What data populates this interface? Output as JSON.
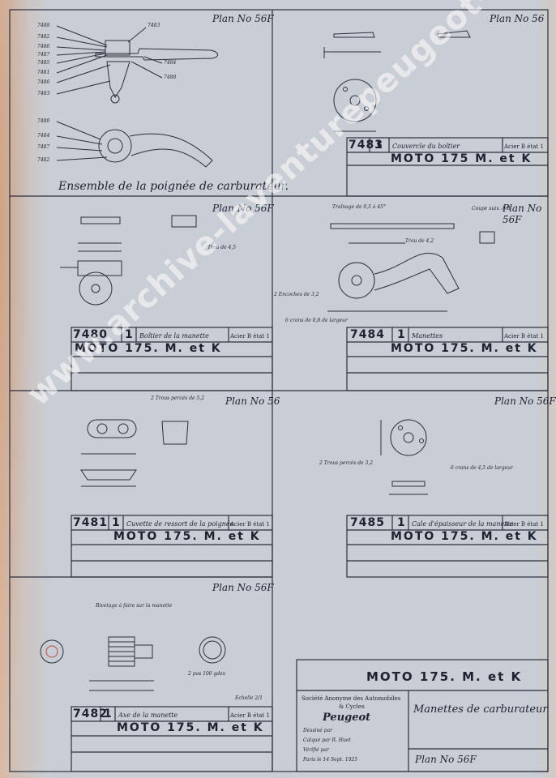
{
  "panel1": {
    "plan": "Plan No 56F",
    "callouts": [
      "7488",
      "7482",
      "7486",
      "7487",
      "7485",
      "7481",
      "7486",
      "7483",
      "7480",
      "7484",
      "7487",
      "7482",
      "7483",
      "7484",
      "7488"
    ],
    "title": "Ensemble de la poignée de carburateur."
  },
  "panel2": {
    "plan": "Plan No 56",
    "num": "7483",
    "qty": "1",
    "name": "Couvercle du boîtier",
    "mat": "Acier B état 1",
    "moto": "MOTO 175 M. et K"
  },
  "panel3": {
    "plan": "Plan No 56F",
    "num": "7480",
    "qty": "1",
    "name": "Boîtier de la manette",
    "mat": "Acier B état 1",
    "moto": "MOTO 175. M. et K",
    "notes": [
      "Trou de 4,5"
    ]
  },
  "panel4": {
    "plan": "Plan No 56F",
    "num": "7484",
    "qty": "1",
    "name": "Manettes",
    "mat": "Acier B état 1",
    "moto": "MOTO 175. M. et K",
    "notes": [
      "Traînage de 0,5 à 45°",
      "Coupe suiv. A-B",
      "Trou de 4,2",
      "2 Encoches de 3,2",
      "6 crans de 0,8 de largeur"
    ]
  },
  "panel5": {
    "plan": "Plan No 56",
    "num": "7481",
    "qty": "1",
    "name": "Cuvette de ressort de la poignée",
    "mat": "Acier B état 1",
    "moto": "MOTO 175. M. et K",
    "notes": [
      "2 Trous percés de 5,2"
    ]
  },
  "panel6": {
    "plan": "Plan No 56F",
    "num": "7485",
    "qty": "1",
    "name": "Cale d'épaisseur de la manette",
    "mat": "Acier B état 1",
    "moto": "MOTO 175. M. et K",
    "notes": [
      "2 Trous percés de 3,2",
      "6 crans de 4,5 de largeur"
    ]
  },
  "panel7": {
    "plan": "Plan No 56F",
    "num": "7482",
    "qty": "1",
    "name": "Axe de la manette",
    "mat": "Acier B état 1",
    "moto": "MOTO 175. M. et K",
    "notes": [
      "Rivetage à faire sur la manette",
      "2 pas 100 gdes",
      "Echelle 2/1"
    ]
  },
  "titleblock": {
    "moto": "MOTO 175. M. et K",
    "company_lines": [
      "Société Anonyme des Automobiles",
      "& Cycles"
    ],
    "brand": "Peugeot",
    "drawn": "Dessiné par",
    "traced": "Calqué par  R. Huet",
    "checked": "Vérifié par",
    "date": "Paris le 14 Sept. 1925",
    "subject": "Manettes de carburateur",
    "plan": "Plan No 56F"
  },
  "watermark": "www.archive-laventurepeugeot-citroen-ds.com"
}
